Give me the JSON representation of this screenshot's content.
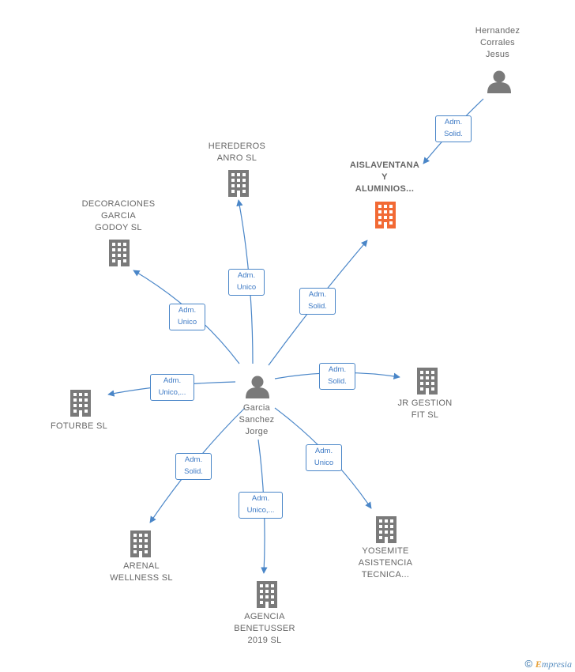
{
  "colors": {
    "edge": "#4a86c8",
    "node_company": "#7a7a7a",
    "node_highlight": "#f26a35",
    "person": "#7a7a7a"
  },
  "nodes": {
    "center": {
      "label": "Garcia\nSanchez\nJorge",
      "icon": "person-icon"
    },
    "hernandez": {
      "label": "Hernandez\nCorrales\nJesus",
      "icon": "person-icon"
    },
    "aislaventana": {
      "label": "AISLAVENTANA\nY\nALUMINIOS...",
      "icon": "building-icon",
      "highlight": true
    },
    "herederos": {
      "label": "HEREDEROS\nANRO  SL",
      "icon": "building-icon"
    },
    "decoraciones": {
      "label": "DECORACIONES\nGARCIA\nGODOY  SL",
      "icon": "building-icon"
    },
    "foturbe": {
      "label": "FOTURBE  SL",
      "icon": "building-icon"
    },
    "jrgestion": {
      "label": "JR GESTION\nFIT  SL",
      "icon": "building-icon"
    },
    "arenal": {
      "label": "ARENAL\nWELLNESS SL",
      "icon": "building-icon"
    },
    "agencia": {
      "label": "AGENCIA\nBENETUSSER\n2019  SL",
      "icon": "building-icon"
    },
    "yosemite": {
      "label": "YOSEMITE\nASISTENCIA\nTECNICA...",
      "icon": "building-icon"
    }
  },
  "edges": {
    "hernandez_aislaventana": "Adm.\nSolid.",
    "center_aislaventana": "Adm.\nSolid.",
    "center_herederos": "Adm.\nUnico",
    "center_decoraciones": "Adm.\nUnico",
    "center_foturbe": "Adm.\nUnico,...",
    "center_jrgestion": "Adm.\nSolid.",
    "center_arenal": "Adm.\nSolid.",
    "center_agencia": "Adm.\nUnico,...",
    "center_yosemite": "Adm.\nUnico"
  },
  "copyright": {
    "symbol": "©",
    "brand_initial": "E",
    "brand_rest": "mpresia"
  }
}
